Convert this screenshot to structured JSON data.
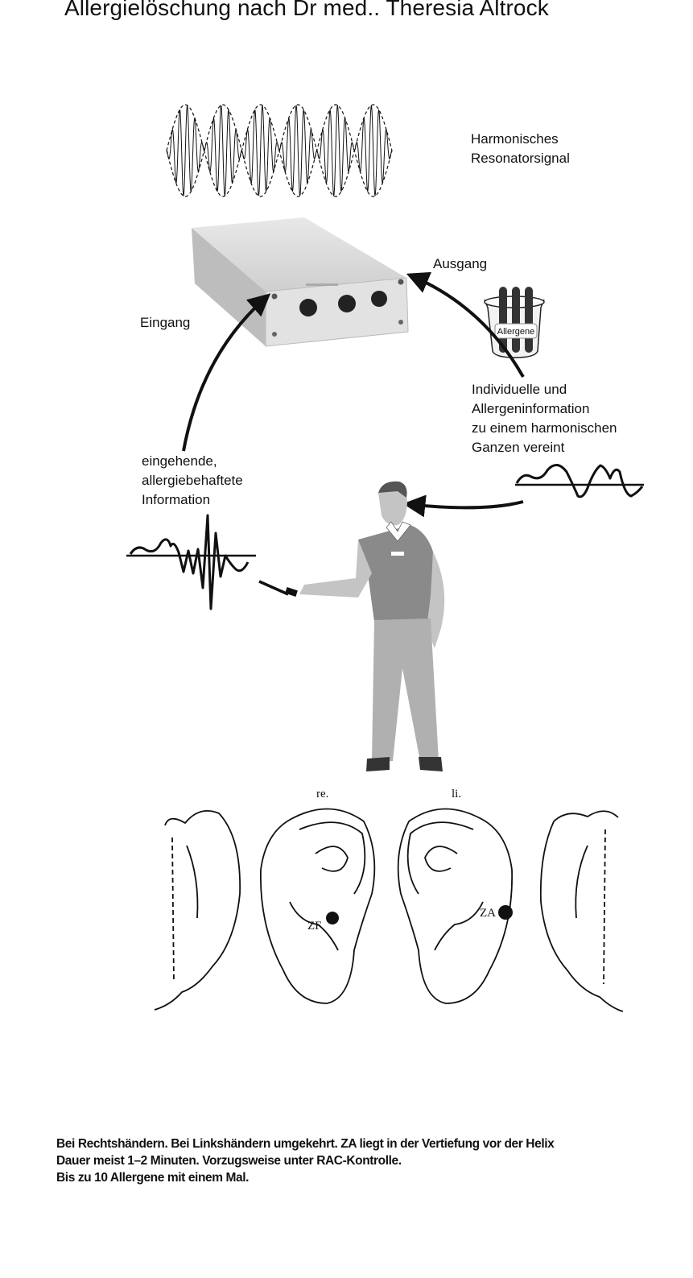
{
  "title": "Allergielöschung nach Dr med.. Theresia Altrock",
  "labels": {
    "signal_line1": "Harmonisches",
    "signal_line2": "Resonatorsignal",
    "output": "Ausgang",
    "input": "Eingang",
    "beaker": "Allergene",
    "combined_line1": "Individuelle und",
    "combined_line2": "Allergeninformation",
    "combined_line3": "zu einem harmonischen",
    "combined_line4": "Ganzen vereint",
    "incoming_line1": "eingehende,",
    "incoming_line2": "allergiebehaftete",
    "incoming_line3": "Information"
  },
  "ears": {
    "right_label": "re.",
    "left_label": "li.",
    "point_zf": "ZF",
    "point_za": "ZA"
  },
  "footer": {
    "line1": "Bei Rechtshändern. Bei Linkshändern umgekehrt. ZA liegt in der Vertiefung vor der Helix",
    "line2": "Dauer meist 1–2 Minuten. Vorzugsweise unter RAC-Kontrolle.",
    "line3": "Bis zu 10 Allergene mit einem Mal."
  },
  "colors": {
    "ink": "#111111",
    "device": "#d9d9d9",
    "shirt": "#8a8a8a",
    "pants": "#b0b0b0",
    "skin": "#c4c4c4"
  }
}
